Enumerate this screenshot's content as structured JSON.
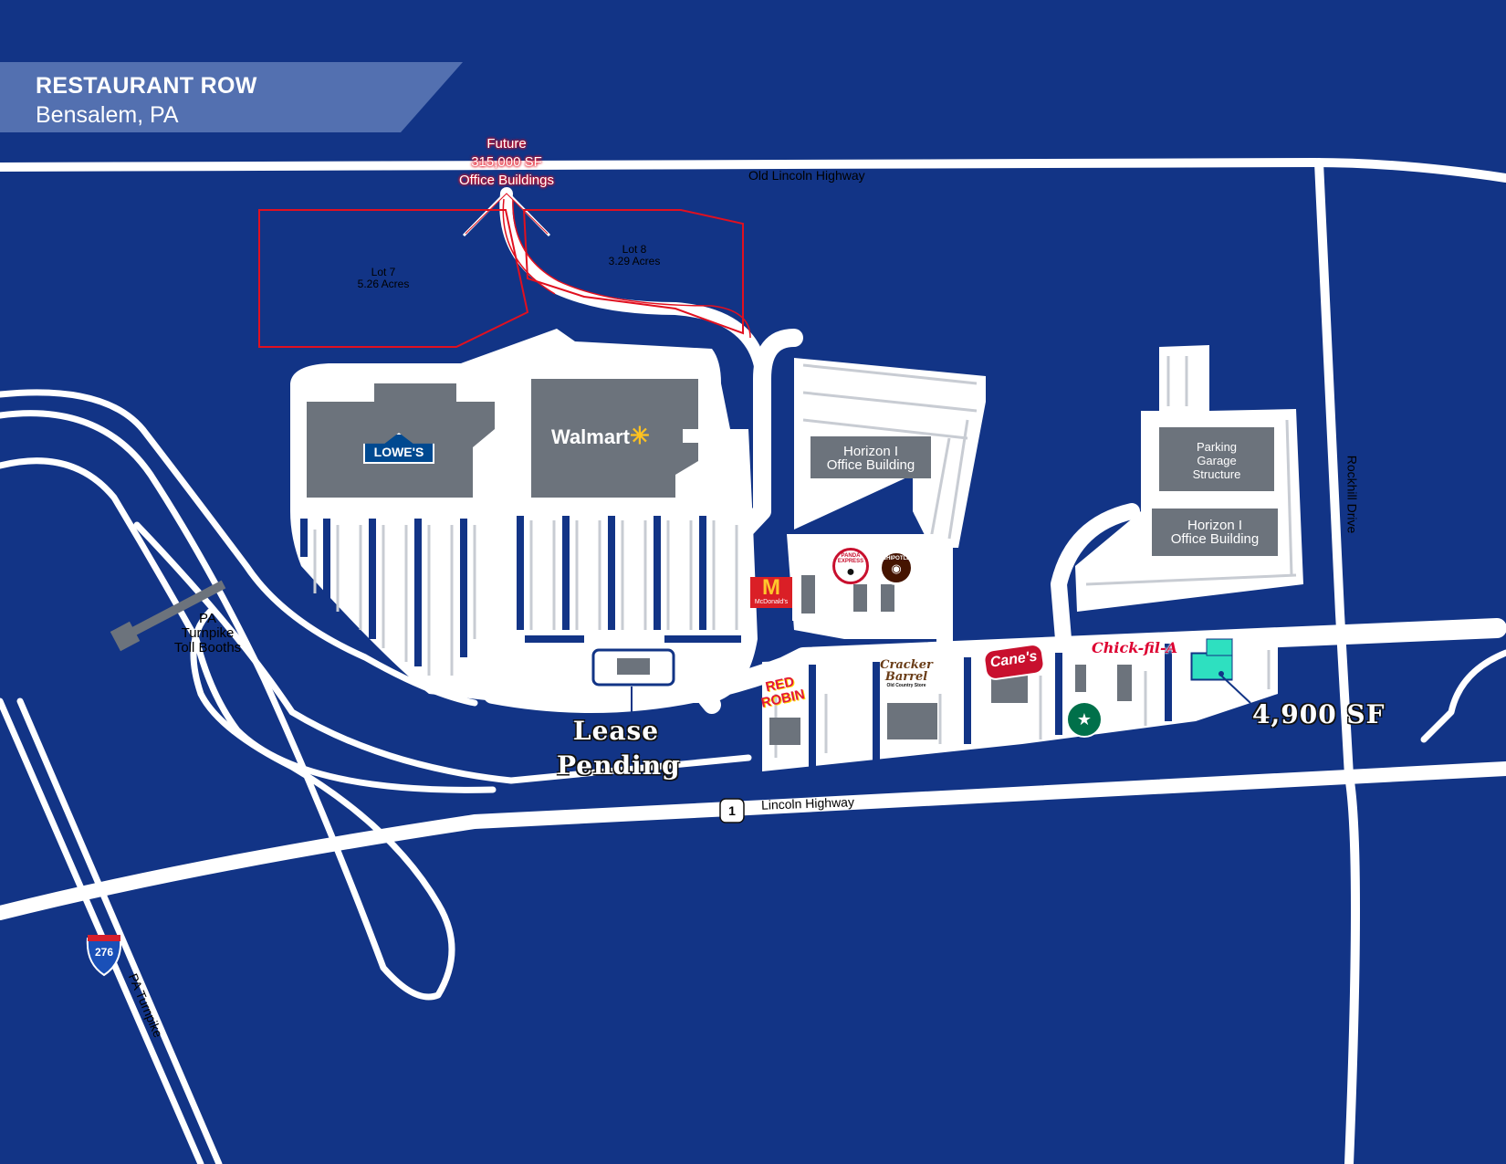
{
  "header": {
    "title": "RESTAURANT ROW",
    "subtitle": "Bensalem, PA"
  },
  "future": {
    "line1": "Future",
    "line2": "315,000 SF",
    "line3": "Office Buildings"
  },
  "lots": {
    "lot7": {
      "name": "Lot 7",
      "acres": "5.26 Acres"
    },
    "lot8": {
      "name": "Lot 8",
      "acres": "3.29 Acres"
    }
  },
  "roads": {
    "old_lincoln": "Old Lincoln Highway",
    "lincoln": "Lincoln Highway",
    "rockhill": "Rockhill Drive",
    "turnpike": "PA Turnpike",
    "route_shield": "1",
    "interstate_shield": "276"
  },
  "toll": {
    "line1": "PA",
    "line2": "Turnpike",
    "line3": "Toll Booths"
  },
  "buildings": {
    "horizon_a": {
      "line1": "Horizon I",
      "line2": "Office Building"
    },
    "horizon_b": {
      "line1": "Horizon I",
      "line2": "Office Building"
    },
    "garage": {
      "line1": "Parking",
      "line2": "Garage",
      "line3": "Structure"
    }
  },
  "logos": {
    "lowes": "LOWE'S",
    "walmart": "Walmart",
    "mcdonalds": "McDonald's",
    "panda": "PANDA EXPRESS",
    "chipotle": "CHIPOTLE",
    "redrobin": "RED ROBIN",
    "cracker1": "Cracker",
    "cracker2": "Barrel",
    "cracker3": "Old Country Store",
    "canes": "Cane's",
    "chickfila": "Chick-fil-A"
  },
  "callouts": {
    "lease1": "Lease",
    "lease2": "Pending",
    "available": "4,900 SF"
  },
  "colors": {
    "background": "#123486",
    "road": "#ffffff",
    "building": "#6c737c",
    "highlight": "#2ee0c0",
    "lot_outline": "#e01020",
    "banner": "#5370b0"
  }
}
